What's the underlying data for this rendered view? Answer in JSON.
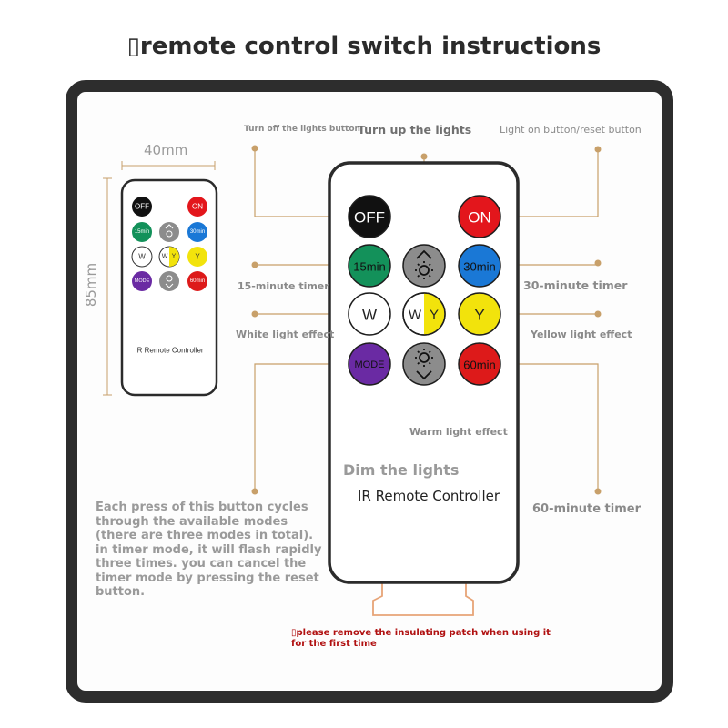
{
  "title": "▯remote control switch instructions",
  "dimensions": {
    "width_label": "40mm",
    "height_label": "85mm"
  },
  "remote_name": "IR Remote Controller",
  "buttons": {
    "off": "OFF",
    "on": "ON",
    "min15": "15min",
    "min30": "30min",
    "white": "W",
    "warm_w": "W",
    "warm_y": "Y",
    "yellow": "Y",
    "mode": "MODE",
    "min60": "60min"
  },
  "labels": {
    "turn_off": "Turn off the lights button",
    "turn_up": "Turn up the lights",
    "light_on": "Light on button/reset button",
    "timer15": "15-minute timer",
    "timer30": "30-minute timer",
    "white_effect": "White light effect",
    "yellow_effect": "Yellow light effect",
    "warm_effect": "Warm light effect",
    "dim": "Dim the lights",
    "timer60": "60-minute timer"
  },
  "mode_description": "Each press of this button cycles through the available modes (there are three modes in total). in timer mode, it will flash rapidly three times. you can cancel the timer mode by pressing the reset button.",
  "note": "▯please remove the insulating patch when using it for the first time",
  "colors": {
    "off": "#111111",
    "on": "#e3161c",
    "timer15": "#13915a",
    "timer30": "#1a78d6",
    "dim_up": "#8c8c8c",
    "yellow": "#f2e30c",
    "mode": "#6a2aa3",
    "timer60": "#dd1a1a",
    "leader": "#c8a06a"
  },
  "icons": [
    "brightness-up-icon",
    "brightness-down-icon"
  ]
}
